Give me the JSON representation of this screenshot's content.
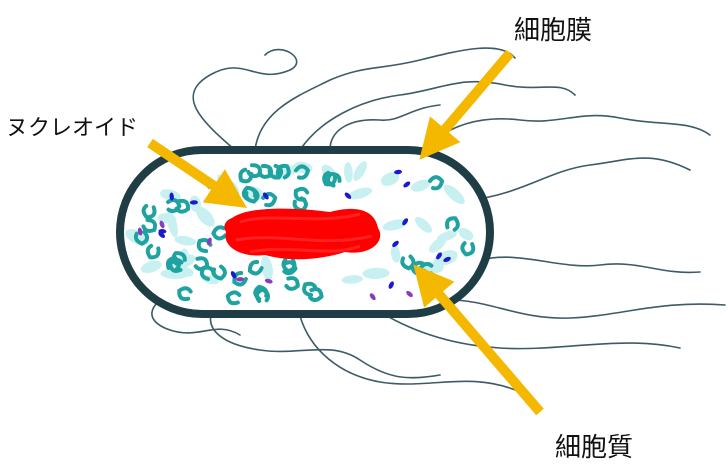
{
  "labels": {
    "cell_membrane": "細胞膜",
    "nucleoid": "ヌクレオイド",
    "cytoplasm": "細胞質"
  },
  "colors": {
    "membrane_outline": "#1f3d45",
    "arrow": "#f5b800",
    "nucleoid": "#ff0000",
    "ribosome_teal": "#1fa3a0",
    "cytoplasm_fill": "#c8f0f0",
    "granule_blue": "#1a1ad0",
    "granule_purple": "#8a3cc0",
    "flagella": "#3d5b66"
  },
  "icons": {
    "arrows": "arrow-icon"
  }
}
